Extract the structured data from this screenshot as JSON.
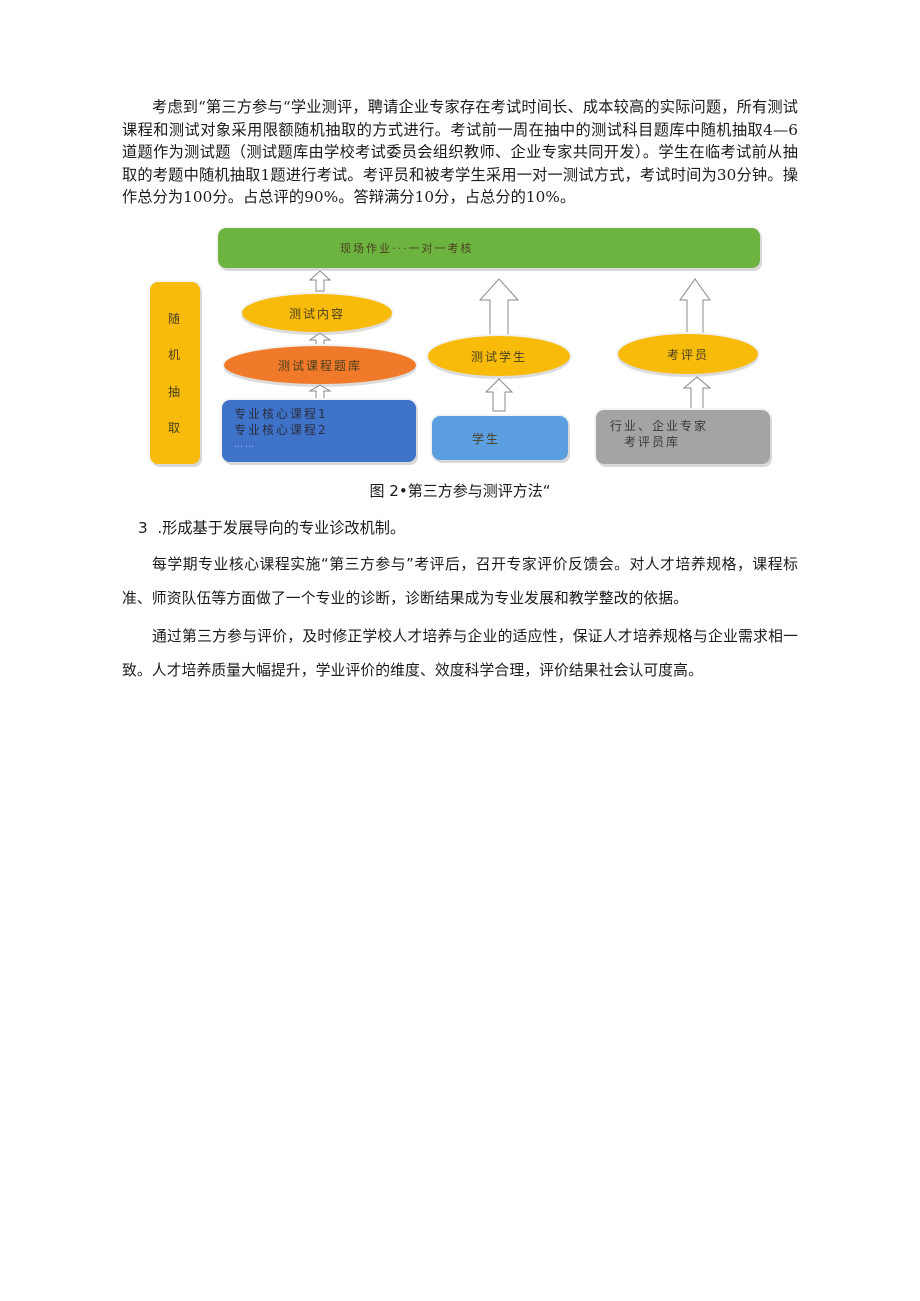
{
  "paragraphs": {
    "p1": "考虑到“第三方参与“学业测评，聘请企业专家存在考试时间长、成本较高的实际问题，所有测试课程和测试对象采用限额随机抽取的方式进行。考试前一周在抽中的测试科目题库中随机抽取4—6道题作为测试题（测试题库由学校考试委员会组织教师、企业专家共同开发）。学生在临考试前从抽取的考题中随机抽取1题进行考试。考评员和被考学生采用一对一测试方式，考试时间为30分钟。操作总分为100分。占总评的90%。答辩满分10分，占总分的10%。",
    "caption": "图 2•第三方参与测评方法“",
    "heading": "3  .形成基于发展导向的专业诊改机制。",
    "p2": "每学期专业核心课程实施“第三方参与”考评后，召开专家评价反馈会。对人才培养规格，课程标准、师资队伍等方面做了一个专业的诊断，诊断结果成为专业发展和教学整改的依据。",
    "p3": "通过第三方参与评价，及时修正学校人才培养与企业的适应性，保证人才培养规格与企业需求相一致。人才培养质量大幅提升，学业评价的维度、效度科学合理，评价结果社会认可度高。"
  },
  "diagram": {
    "top_bar": "现场作业···一对一考核",
    "side_bar": [
      "随",
      "机",
      "抽",
      "取"
    ],
    "test_content": "测试内容",
    "course_bank": "测试课程题库",
    "core_courses": [
      "专业核心课程1",
      "专业核心课程2",
      "……"
    ],
    "test_students": "测试学生",
    "students": "学生",
    "examiners": "考评员",
    "examiner_bank": [
      "行业、企业专家",
      "考评员库"
    ],
    "colors": {
      "green": "#6db33f",
      "gold": "#f8bb0a",
      "orange": "#f07a2a",
      "blue": "#3f72c9",
      "light_blue": "#5b9fe0",
      "grey": "#a4a4a4"
    }
  }
}
